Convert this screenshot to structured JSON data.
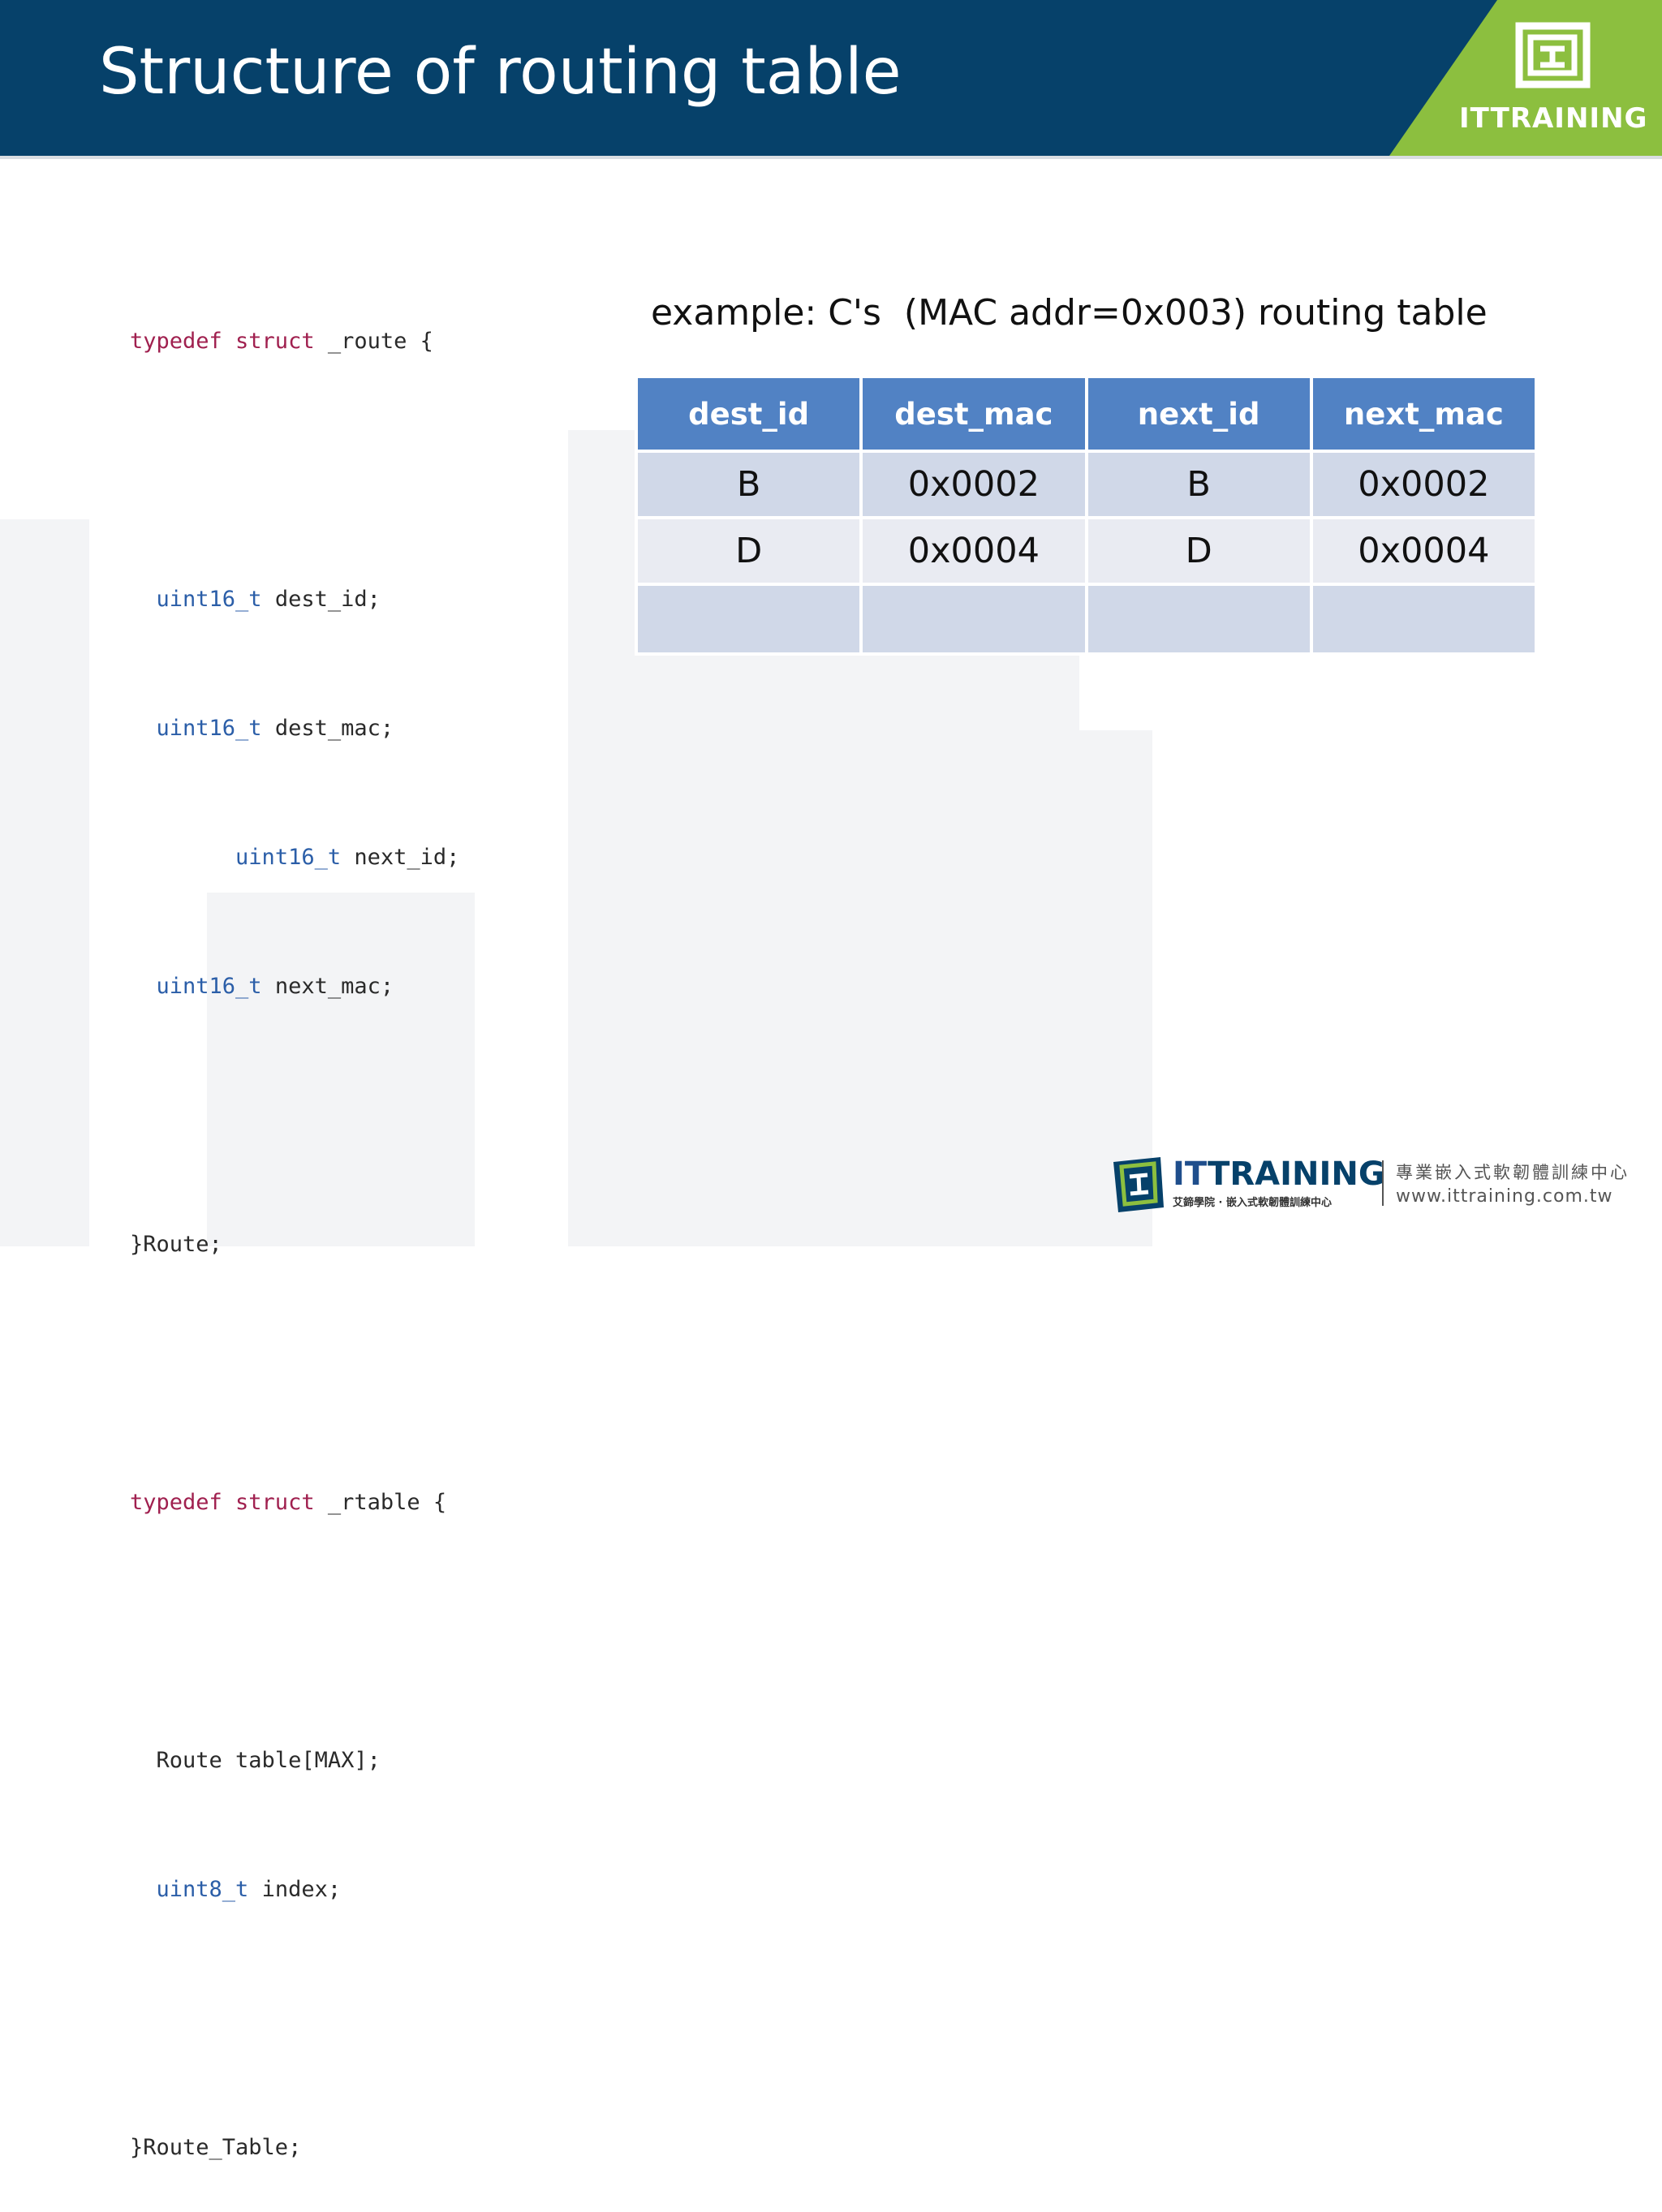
{
  "slide": {
    "title": "Structure of routing table",
    "brand": "ITTRAINING"
  },
  "code": {
    "lines": [
      {
        "kw": "typedef struct",
        "rest": " _route {"
      },
      {
        "kw": "",
        "rest": ""
      },
      {
        "ty": "uint16_t",
        "rest": " dest_id;"
      },
      {
        "ty": "uint16_t",
        "rest": " dest_mac;"
      },
      {
        "ty": "uint16_t",
        "rest": " next_id;"
      },
      {
        "ty": "uint16_t",
        "rest": " next_mac;"
      },
      {
        "kw": "",
        "rest": ""
      },
      {
        "kw": "",
        "rest": "}Route;"
      },
      {
        "kw": "",
        "rest": ""
      },
      {
        "kw": "typedef struct",
        "rest": " _rtable {"
      },
      {
        "kw": "",
        "rest": ""
      },
      {
        "kw": "",
        "rest": "Route table[MAX];"
      },
      {
        "ty": "uint8_t",
        "rest": " index;"
      },
      {
        "kw": "",
        "rest": ""
      },
      {
        "kw": "",
        "rest": "}Route_Table;"
      }
    ]
  },
  "example": {
    "caption": "example: C's  (MAC addr=0x003) routing table"
  },
  "table": {
    "headers": [
      "dest_id",
      "dest_mac",
      "next_id",
      "next_mac"
    ],
    "rows": [
      [
        "B",
        "0x0002",
        "B",
        "0x0002"
      ],
      [
        "D",
        "0x0004",
        "D",
        "0x0004"
      ],
      [
        "",
        "",
        "",
        ""
      ]
    ]
  },
  "footer": {
    "brand_prefix": "IT",
    "brand_rest": "TRAINING",
    "brand_sub": "艾鍗學院 · 嵌入式軟韌體訓練中心",
    "slogan": "專業嵌入式軟韌體訓練中心",
    "url": "www.ittraining.com.tw"
  },
  "colors": {
    "header_bg": "#06416a",
    "brand_green": "#8cbf3f",
    "table_header": "#5182c4",
    "row_odd": "#d0d8e8",
    "row_even": "#e9ebf2"
  }
}
